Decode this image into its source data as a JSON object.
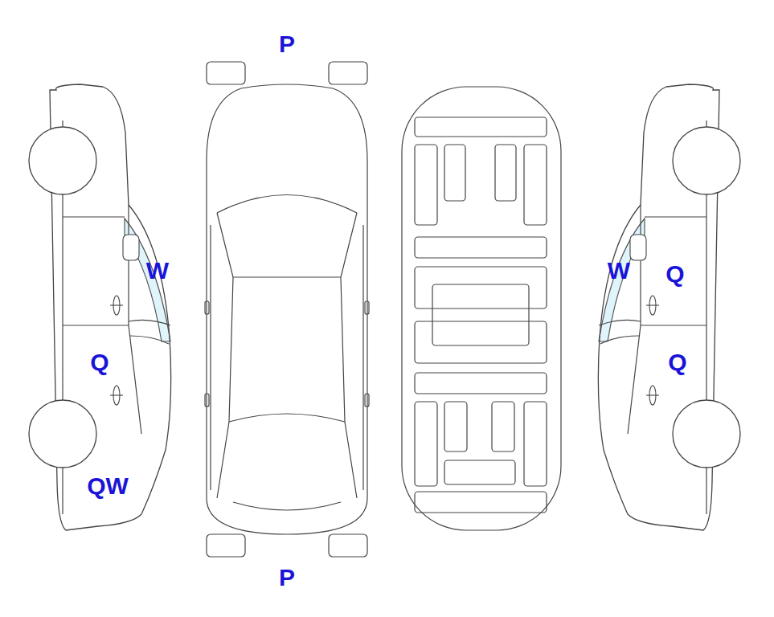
{
  "diagram": {
    "nodes": [
      {
        "text": [
          "P"
        ]
      },
      {
        "text": [
          "Q"
        ]
      },
      {
        "text": [
          "Q"
        ]
      },
      {
        "text": [
          "Q"
        ]
      },
      {
        "text": [
          "QW"
        ]
      },
      {
        "text": [
          "P"
        ]
      }
    ],
    "labels": [
      "W",
      "W"
    ]
  }
}
